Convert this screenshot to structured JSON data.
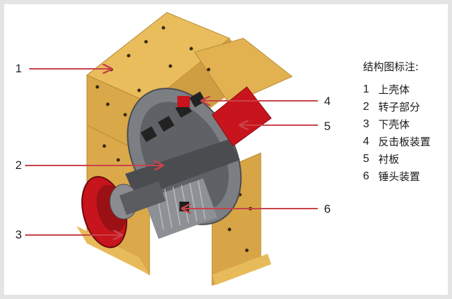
{
  "diagram": {
    "type": "labeled-exploded-view",
    "subject": "hammer crusher structure",
    "colors": {
      "housing": "#e5b552",
      "housing_shadow": "#c3923a",
      "steel": "#6f7275",
      "steel_dark": "#3b3d40",
      "red_parts": "#c8141c",
      "leader_line": "#c9424a"
    },
    "callouts": [
      {
        "number": "1",
        "target": "upper-housing"
      },
      {
        "number": "2",
        "target": "rotor"
      },
      {
        "number": "3",
        "target": "lower-housing"
      },
      {
        "number": "4",
        "target": "impact-plate"
      },
      {
        "number": "5",
        "target": "liner"
      },
      {
        "number": "6",
        "target": "hammer-assembly"
      }
    ]
  },
  "legend": {
    "title": "结构图标注:",
    "items": [
      {
        "number": "1",
        "label": "上壳体"
      },
      {
        "number": "2",
        "label": "转子部分"
      },
      {
        "number": "3",
        "label": "下壳体"
      },
      {
        "number": "4",
        "label": "反击板装置"
      },
      {
        "number": "5",
        "label": "衬板"
      },
      {
        "number": "6",
        "label": "锤头装置"
      }
    ]
  }
}
